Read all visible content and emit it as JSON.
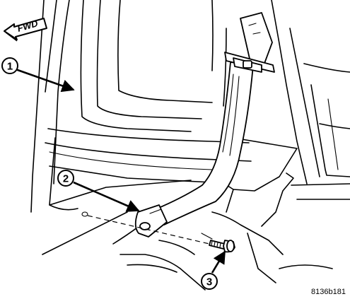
{
  "orientation": {
    "direction_label": "FWD",
    "icon": "forward-arrow-icon"
  },
  "callouts": [
    {
      "number": "1"
    },
    {
      "number": "2"
    },
    {
      "number": "3"
    }
  ],
  "figure_reference": "8136b181"
}
